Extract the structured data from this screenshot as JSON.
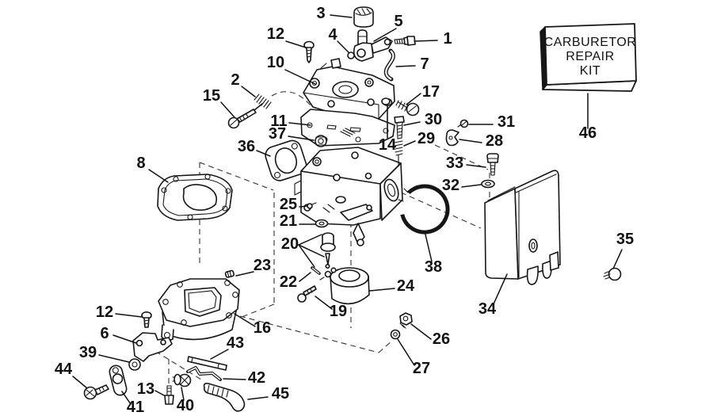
{
  "diagram": {
    "kit_label": {
      "line1": "CARBURETOR",
      "line2": "REPAIR",
      "line3": "KIT"
    },
    "callouts": {
      "c1": "1",
      "c2": "2",
      "c3": "3",
      "c4": "4",
      "c5": "5",
      "c6": "6",
      "c7": "7",
      "c8": "8",
      "c10": "10",
      "c11": "11",
      "c12": "12",
      "c13": "13",
      "c14": "14",
      "c15": "15",
      "c16": "16",
      "c17": "17",
      "c19": "19",
      "c20": "20",
      "c21": "21",
      "c22": "22",
      "c23": "23",
      "c24": "24",
      "c25": "25",
      "c26": "26",
      "c27": "27",
      "c28": "28",
      "c29": "29",
      "c30": "30",
      "c31": "31",
      "c32": "32",
      "c33": "33",
      "c34": "34",
      "c35": "35",
      "c36": "36",
      "c37": "37",
      "c38": "38",
      "c39": "39",
      "c40": "40",
      "c41": "41",
      "c42": "42",
      "c43": "43",
      "c44": "44",
      "c45": "45",
      "c46": "46"
    }
  },
  "colors": {
    "ink": "#161616",
    "paper": "#ffffff"
  }
}
